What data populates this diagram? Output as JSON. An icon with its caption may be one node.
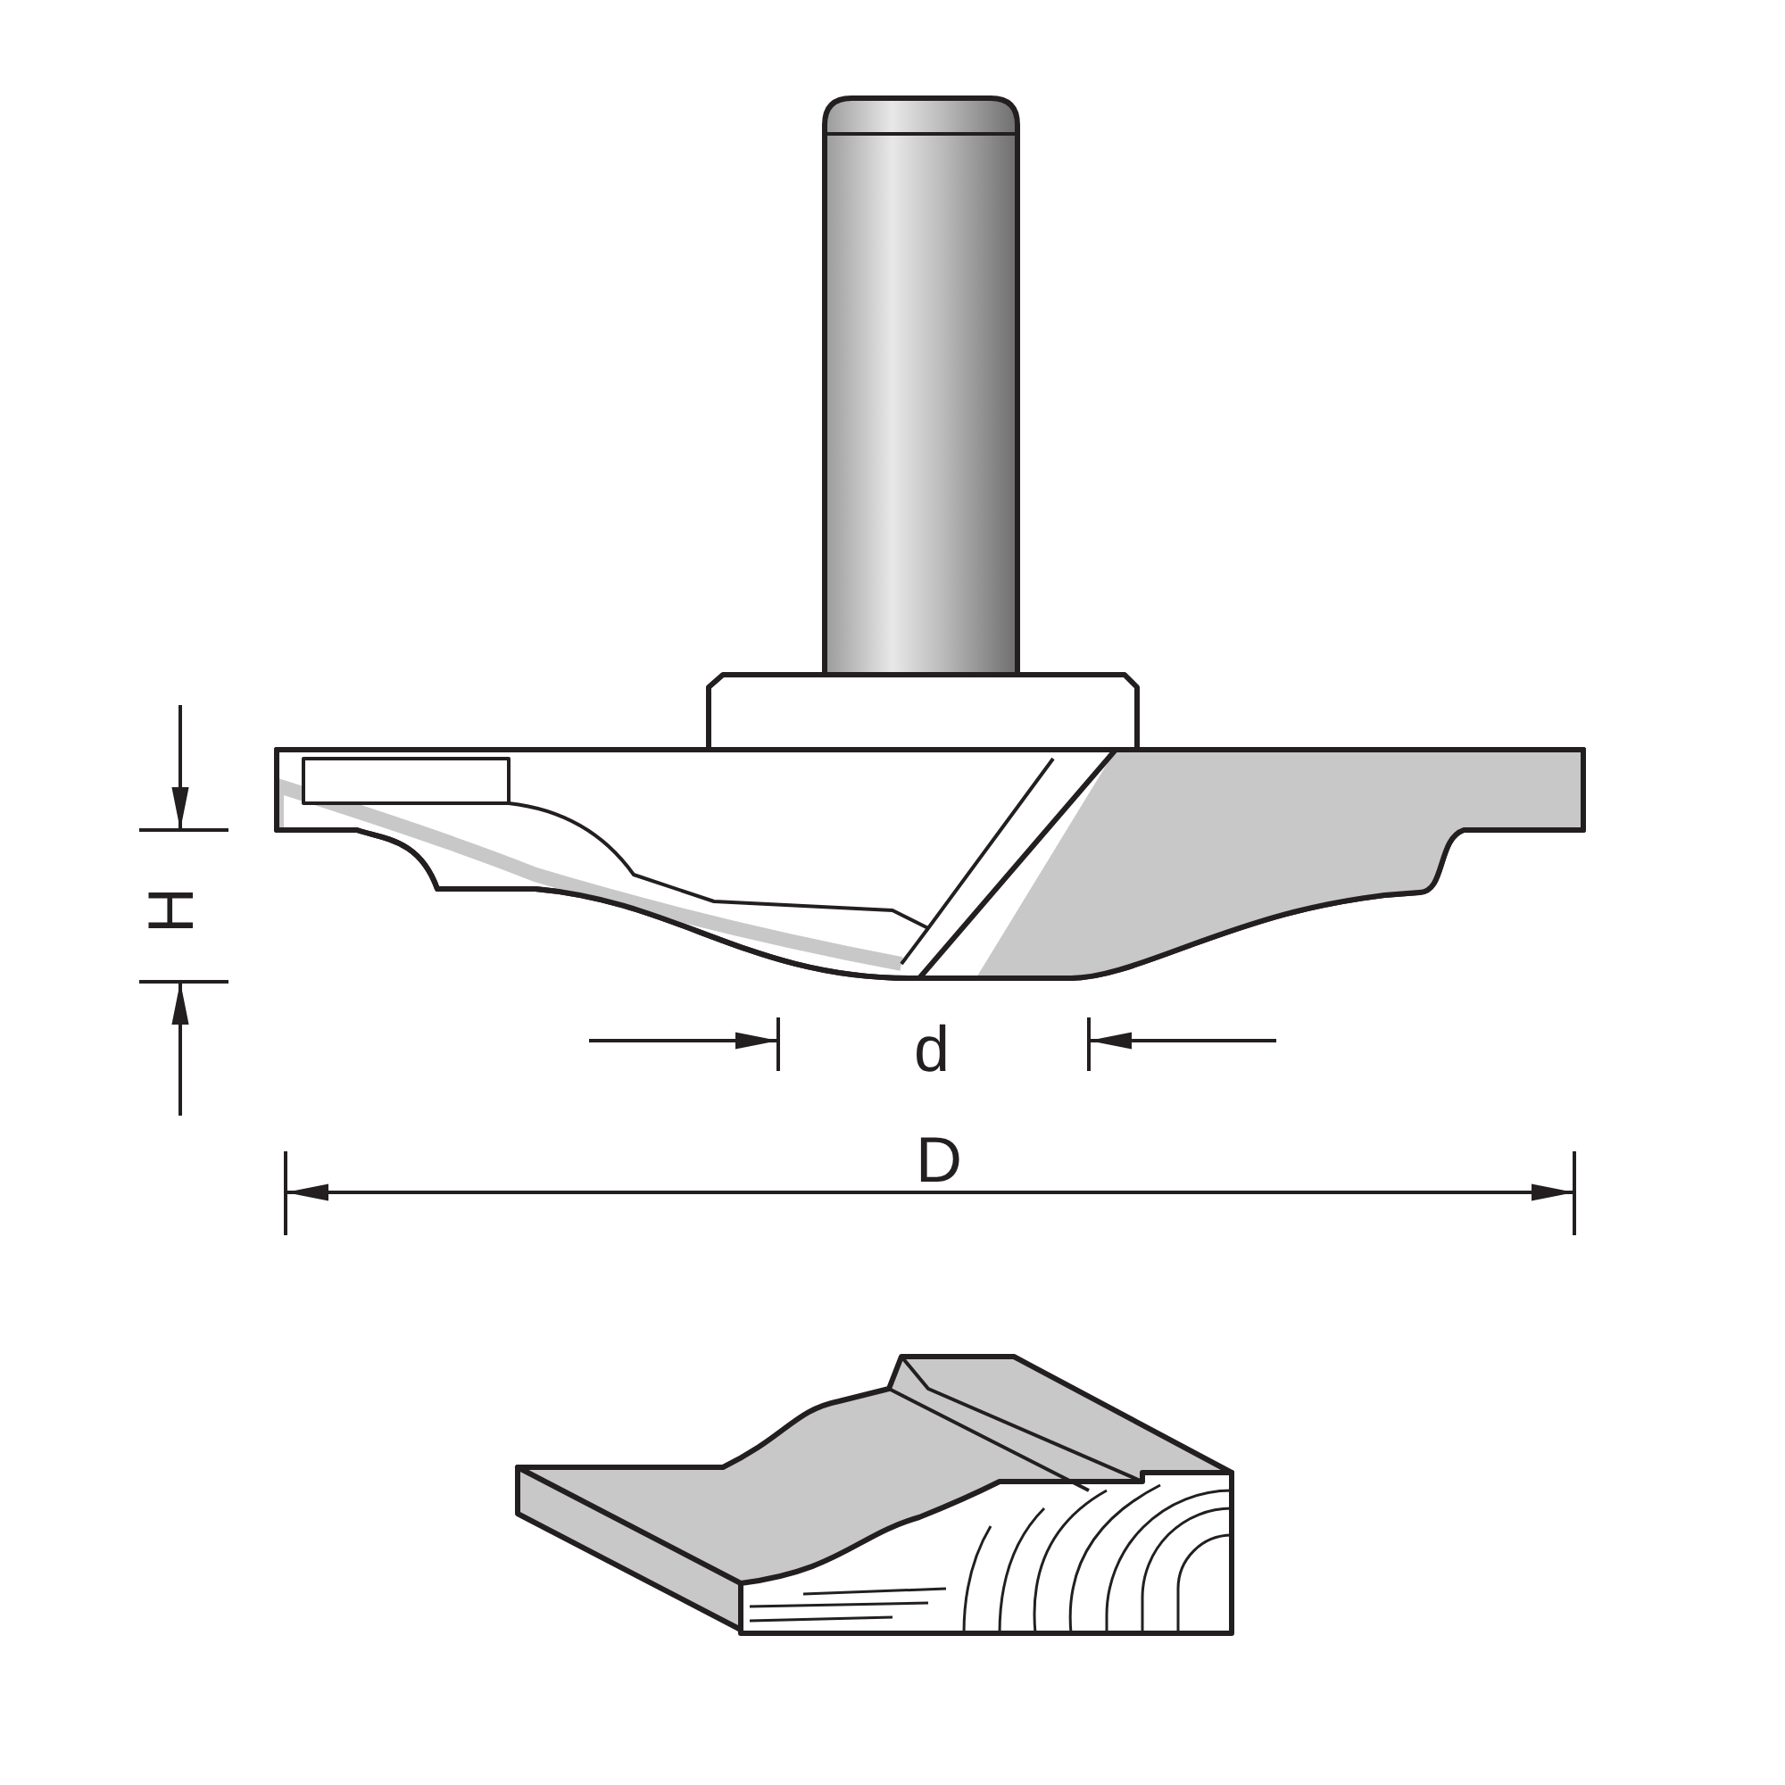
{
  "diagram": {
    "labels": [
      "H",
      "d",
      "D"
    ]
  }
}
